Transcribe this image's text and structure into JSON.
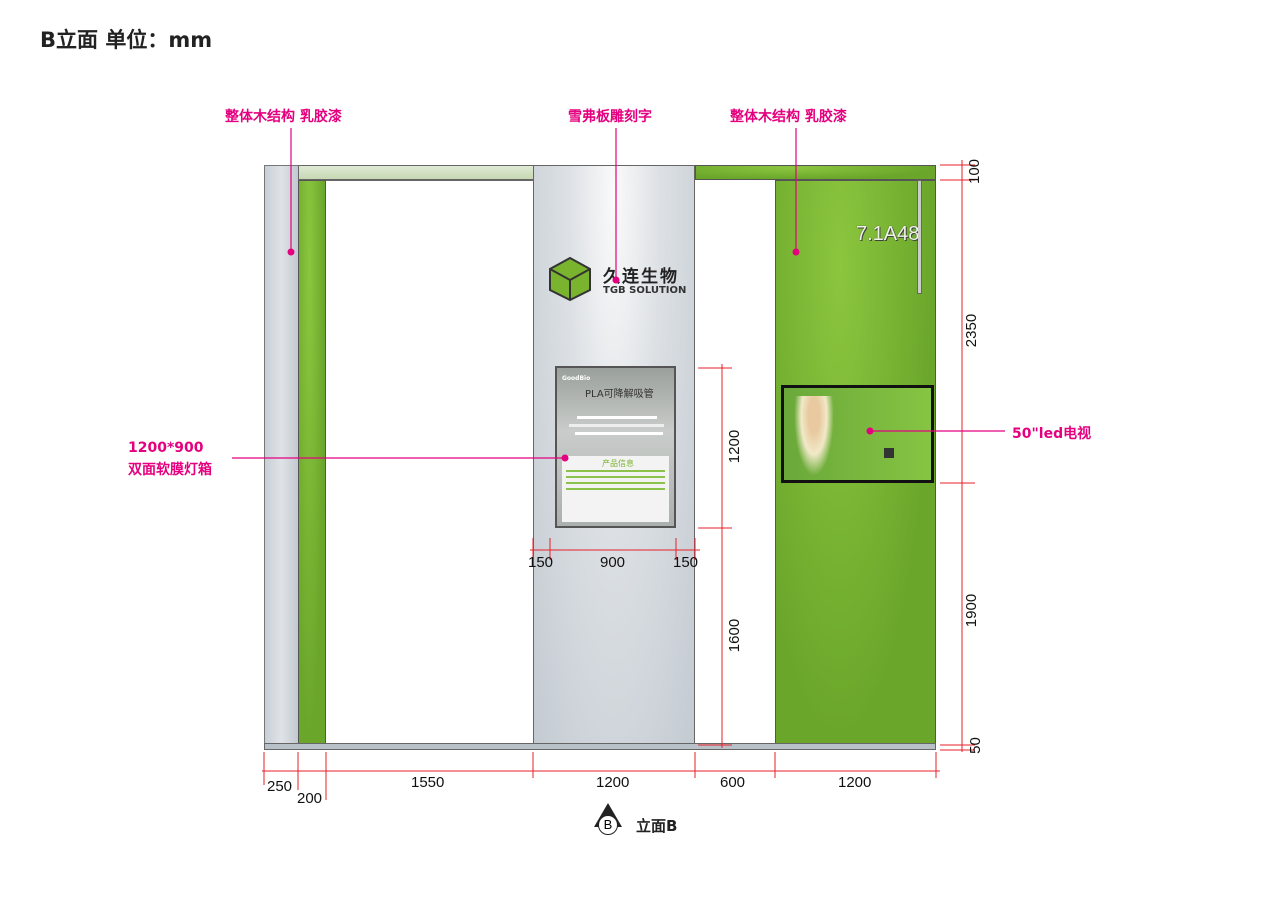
{
  "title": "B立面 单位：mm",
  "annotations": {
    "left_wall": "整体木结构 乳胶漆",
    "sign": "雪弗板雕刻字",
    "right_wall": "整体木结构 乳胶漆",
    "lightbox_size": "1200*900",
    "lightbox_desc": "双面软膜灯箱",
    "tv": "50\"led电视"
  },
  "logo": {
    "name_cn": "久连生物",
    "name_en": "TGB SOLUTION"
  },
  "lightbox": {
    "brand": "GoodBio",
    "heading": "PLA可降解吸管",
    "section": "产品信息"
  },
  "booth_number": "7.1A48",
  "dimensions": {
    "right": [
      "100",
      "2350",
      "1900",
      "50"
    ],
    "inner": [
      "1200",
      "1600"
    ],
    "lightbox_width": [
      "150",
      "900",
      "150"
    ],
    "bottom": [
      "250",
      "200",
      "1550",
      "1200",
      "600",
      "1200"
    ]
  },
  "view_label": {
    "symbol": "B",
    "text": "立面B"
  },
  "colors": {
    "annotation": "#e4007f",
    "dimension": "#e8202a",
    "wall_green": "#76b32e",
    "panel_gray": "#d3d8dd"
  }
}
